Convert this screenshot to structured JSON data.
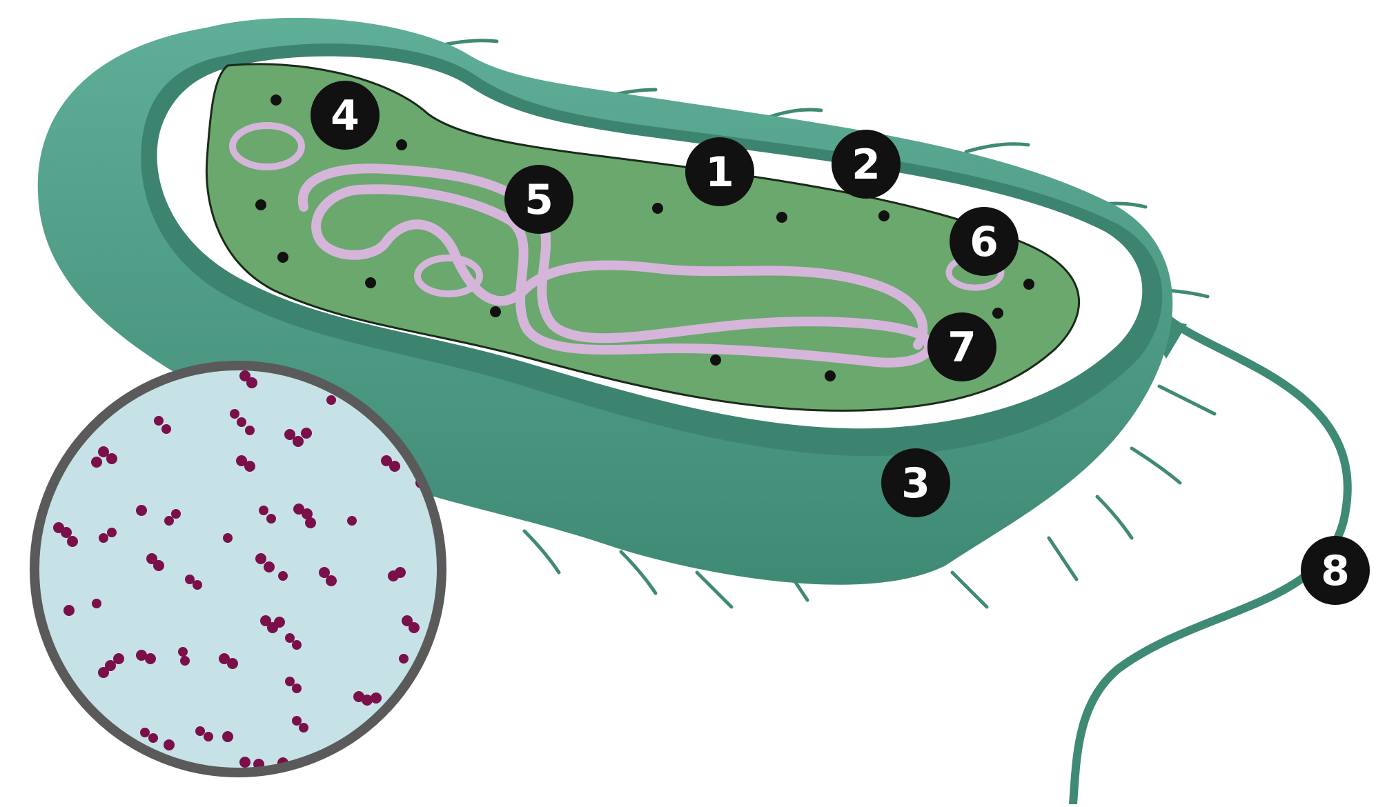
{
  "diagram": {
    "labels": [
      {
        "id": "1",
        "text": "1"
      },
      {
        "id": "2",
        "text": "2"
      },
      {
        "id": "3",
        "text": "3"
      },
      {
        "id": "4",
        "text": "4"
      },
      {
        "id": "5",
        "text": "5"
      },
      {
        "id": "6",
        "text": "6"
      },
      {
        "id": "7",
        "text": "7"
      },
      {
        "id": "8",
        "text": "8"
      }
    ]
  },
  "colors": {
    "capsule": "#4f9c88",
    "capsule_dark": "#3a7a69",
    "cell_wall": "#ffffff",
    "cytoplasm": "#6aa86d",
    "dna": "#d5b6da",
    "ribosome": "#111111",
    "micro_background": "#c7e2e6",
    "micro_bacteria": "#7b0f4a",
    "micro_ring": "#5a5a5a",
    "label_bg": "#111111",
    "label_text": "#ffffff"
  }
}
